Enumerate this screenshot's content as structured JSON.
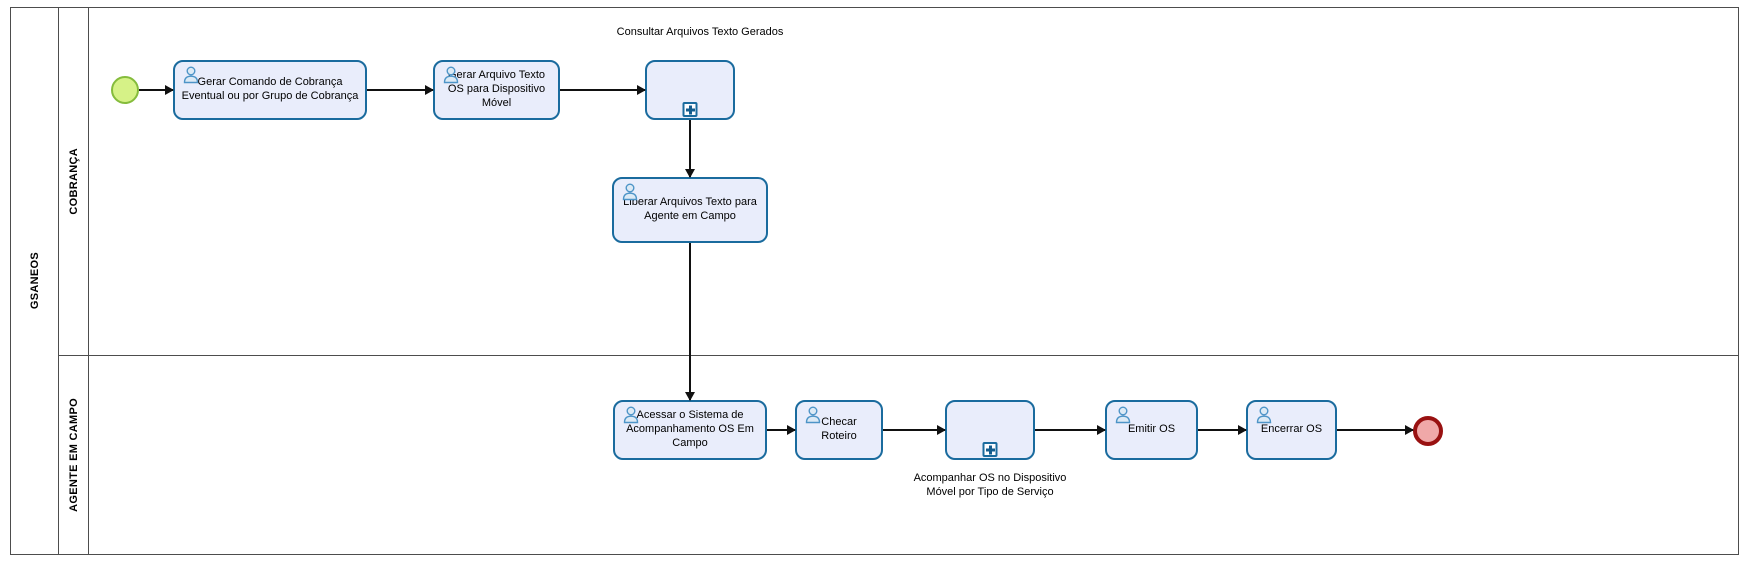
{
  "theme": {
    "task_fill": "#e9edfb",
    "task_border": "#1a6b9e",
    "start_fill": "#d6f287",
    "start_border": "#85bc3c",
    "end_fill": "#f0a8a8",
    "end_border": "#991111",
    "icon_color": "#4d94c7",
    "flow_color": "#111111",
    "pool_border": "#4d4d4d",
    "text_color": "#000000"
  },
  "pool": {
    "title": "GSANEOS",
    "lanes": [
      {
        "label": "COBRANÇA"
      },
      {
        "label": "AGENTE EM CAMPO"
      }
    ]
  },
  "nodes": {
    "task_gerar_comando": {
      "label": "Gerar Comando de Cobrança Eventual ou por Grupo de Cobrança",
      "icon": "user-icon"
    },
    "task_gerar_arquivo": {
      "label": "Gerar Arquivo Texto OS para Dispositivo Móvel",
      "icon": "user-icon"
    },
    "subprocess_consultar": {
      "label": "Consultar Arquivos Texto Gerados",
      "icon": "plus-icon"
    },
    "task_liberar": {
      "label": "Liberar Arquivos Texto para Agente em Campo",
      "icon": "user-icon"
    },
    "task_acessar": {
      "label": "Acessar o Sistema de Acompanhamento OS Em Campo",
      "icon": "user-icon"
    },
    "task_checar": {
      "label": "Checar Roteiro",
      "icon": "user-icon"
    },
    "subprocess_acompanhar": {
      "label": "Acompanhar OS no Dispositivo Móvel por Tipo de Serviço",
      "icon": "plus-icon"
    },
    "task_emitir": {
      "label": "Emitir OS",
      "icon": "user-icon"
    },
    "task_encerrar": {
      "label": "Encerrar OS",
      "icon": "user-icon"
    }
  }
}
